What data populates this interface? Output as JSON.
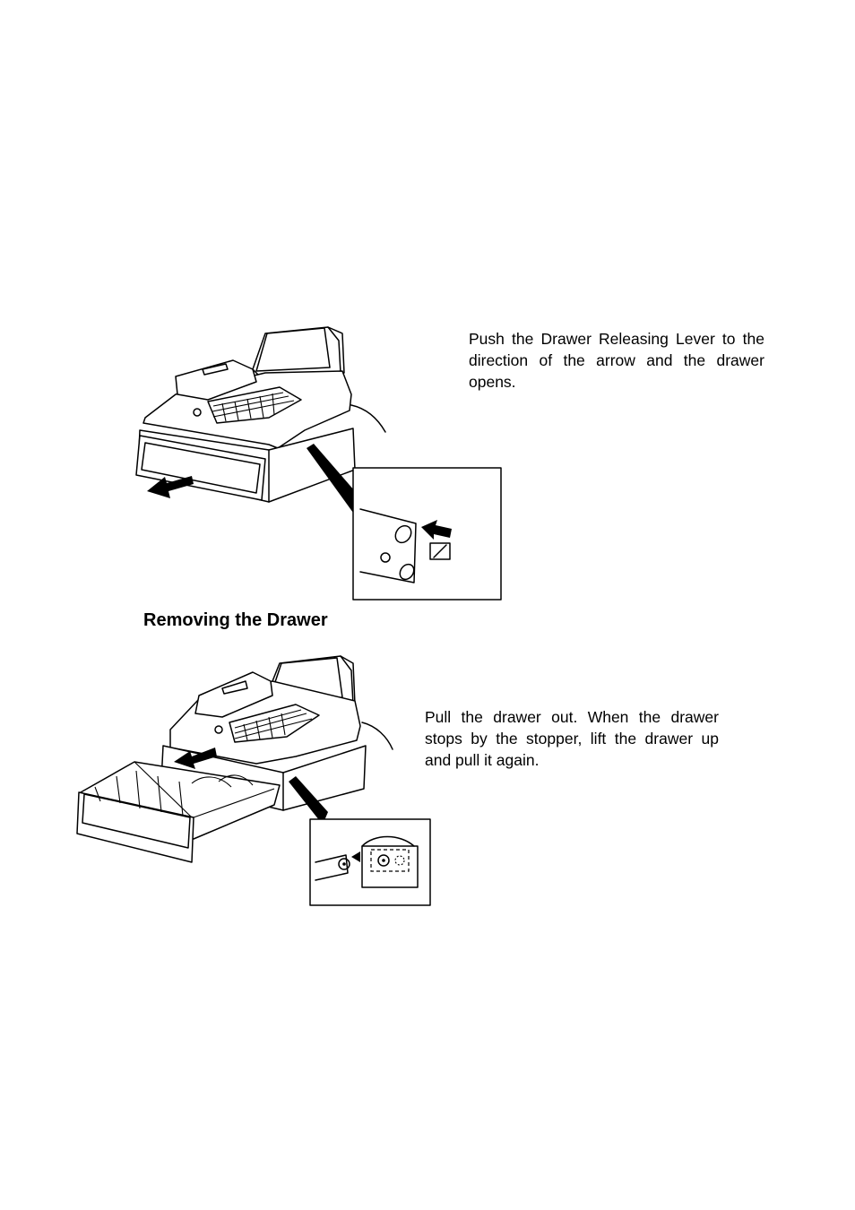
{
  "section_open": {
    "instruction": "Push the Drawer Releasing Lever to the direction of the arrow and the drawer opens."
  },
  "section_remove": {
    "heading": "Removing the Drawer",
    "instruction": "Pull the drawer out.  When the drawer stops by the stopper, lift the drawer up and pull it again."
  }
}
